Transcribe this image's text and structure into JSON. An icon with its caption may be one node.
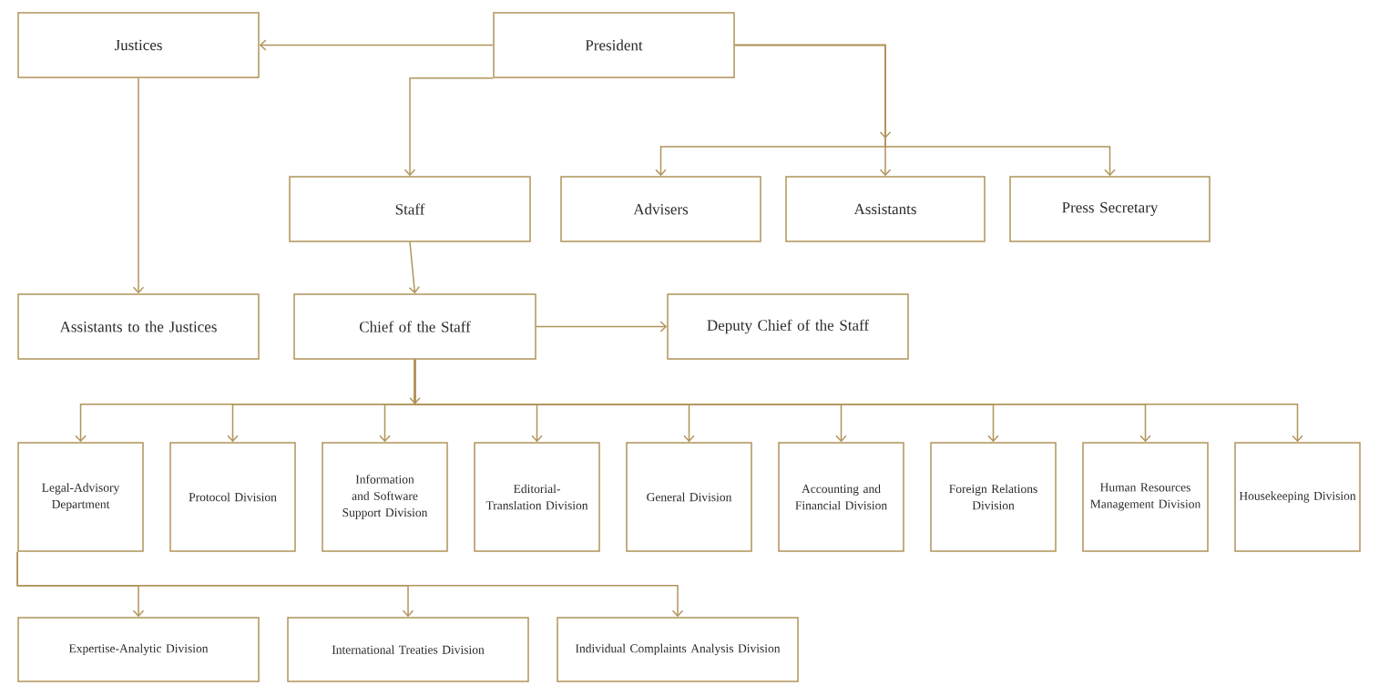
{
  "diagram": {
    "nodes": [
      {
        "text": [
          "Justices"
        ]
      },
      {
        "text": [
          "President"
        ]
      },
      {
        "text": [
          "Staff"
        ]
      },
      {
        "text": [
          "Advisers"
        ]
      },
      {
        "text": [
          "Assistants"
        ]
      },
      {
        "text": [
          "Press Secretary"
        ]
      },
      {
        "text": [
          "Assistants to the Justices"
        ]
      },
      {
        "text": [
          "Chief of the Staff"
        ]
      },
      {
        "text": [
          "Deputy Chief of the Staff"
        ]
      },
      {
        "text": [
          "Legal-Advisory Department"
        ]
      },
      {
        "text": [
          "Protocol Division"
        ]
      },
      {
        "text": [
          "Information and Software Support Division"
        ]
      },
      {
        "text": [
          "Editorial-Translation Division"
        ]
      },
      {
        "text": [
          "General Division"
        ]
      },
      {
        "text": [
          "Accounting and Financial Division"
        ]
      },
      {
        "text": [
          "Foreign Relations Division"
        ]
      },
      {
        "text": [
          "Human Resources Management Division"
        ]
      },
      {
        "text": [
          "Housekeeping Division"
        ]
      },
      {
        "text": [
          "Expertise-Analytic Division"
        ]
      },
      {
        "text": [
          "International Treaties Division"
        ]
      },
      {
        "text": [
          "Individual Complaints Analysis Division"
        ]
      }
    ],
    "edges": [
      {
        "from": 1,
        "to": 0,
        "arrow": "to"
      },
      {
        "from": 1,
        "to": 2,
        "arrow": "to"
      },
      {
        "from": 1,
        "to": 3,
        "arrow": "to"
      },
      {
        "from": 1,
        "to": 4,
        "arrow": "to"
      },
      {
        "from": 1,
        "to": 5,
        "arrow": "to"
      },
      {
        "from": 0,
        "to": 6,
        "arrow": "to"
      },
      {
        "from": 2,
        "to": 7,
        "arrow": "to"
      },
      {
        "from": 7,
        "to": 8,
        "arrow": "to"
      },
      {
        "from": 7,
        "to": 9,
        "arrow": "to"
      },
      {
        "from": 7,
        "to": 10,
        "arrow": "to"
      },
      {
        "from": 7,
        "to": 11,
        "arrow": "to"
      },
      {
        "from": 7,
        "to": 12,
        "arrow": "to"
      },
      {
        "from": 7,
        "to": 13,
        "arrow": "to"
      },
      {
        "from": 7,
        "to": 14,
        "arrow": "to"
      },
      {
        "from": 7,
        "to": 15,
        "arrow": "to"
      },
      {
        "from": 7,
        "to": 16,
        "arrow": "to"
      },
      {
        "from": 7,
        "to": 17,
        "arrow": "to"
      },
      {
        "from": 9,
        "to": 18,
        "arrow": "to"
      },
      {
        "from": 9,
        "to": 19,
        "arrow": "to"
      },
      {
        "from": 9,
        "to": 20,
        "arrow": "to"
      }
    ]
  }
}
